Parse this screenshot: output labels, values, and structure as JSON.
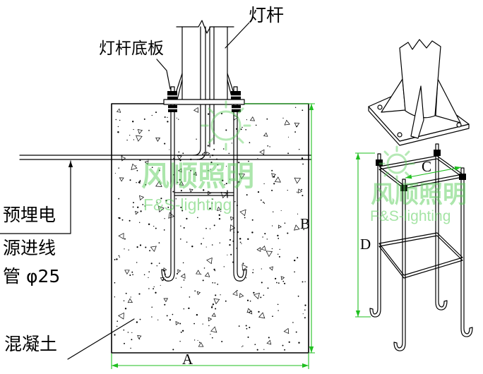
{
  "labels": {
    "pole": "灯杆",
    "base_plate": "灯杆底板",
    "conduit": [
      "预埋电",
      "源进线",
      "管 φ25"
    ],
    "concrete": "混凝土"
  },
  "dimensions": {
    "a": "A",
    "b": "B",
    "c": "C",
    "d": "D"
  },
  "watermark": {
    "name_cn": "风顺照明",
    "name_en": "F&S-lighting",
    "icon": "sun-logo-icon"
  },
  "colors": {
    "line": "#000000",
    "dimension": "#1fbf1f",
    "watermark": "#5ccf5c"
  }
}
